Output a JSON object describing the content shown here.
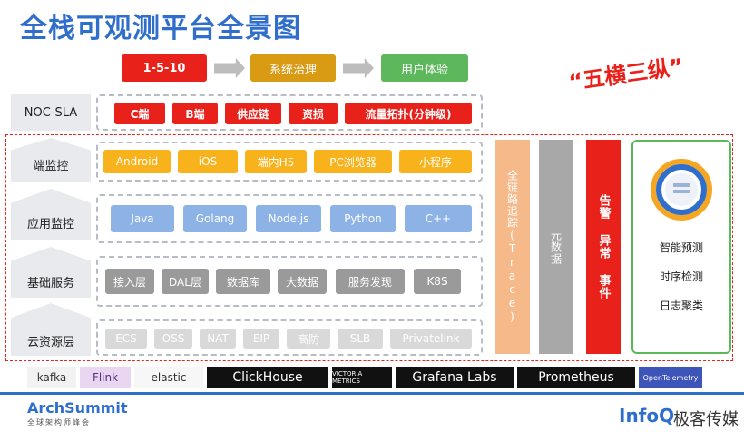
{
  "title": "全栈可观测平台全景图",
  "flow": [
    "1-5-10",
    "系统治理",
    "用户体验"
  ],
  "slogan": "“五横三纵”",
  "layers": {
    "noc": "NOC-SLA",
    "client": "端监控",
    "app": "应用监控",
    "infra": "基础服务",
    "cloud": "云资源层"
  },
  "noc_items": [
    "C端",
    "B端",
    "供应链",
    "资损",
    "流量拓扑(分钟级)"
  ],
  "client_items": [
    "Android",
    "iOS",
    "端内H5",
    "PC浏览器",
    "小程序"
  ],
  "app_items": [
    "Java",
    "Golang",
    "Node.js",
    "Python",
    "C++"
  ],
  "infra_items": [
    "接入层",
    "DAL层",
    "数据库",
    "大数据",
    "服务发现",
    "K8S"
  ],
  "cloud_items": [
    "ECS",
    "OSS",
    "NAT",
    "EIP",
    "高防",
    "SLB",
    "Privatelink"
  ],
  "vertical": {
    "trace": "全链路追踪(Trace)",
    "metadata": "元数据",
    "alert": "告警 异常 事件"
  },
  "ai_items": [
    "智能预测",
    "时序检测",
    "日志聚类"
  ],
  "logos": [
    "kafka",
    "Flink",
    "elastic",
    "ClickHouse",
    "VICTORIA METRICS",
    "Grafana Labs",
    "Prometheus",
    "OpenTelemetry"
  ],
  "footer": {
    "left_brand": "ArchSummit",
    "left_sub": "全球架构师峰会",
    "right_brand": "InfoQ",
    "right_cn": "极客传媒"
  },
  "colors": {
    "title_blue": "#2f6fcb",
    "red": "#e8211a",
    "yellow": "#f7b21c",
    "green": "#5db85c",
    "orange": "#f5b98a"
  }
}
